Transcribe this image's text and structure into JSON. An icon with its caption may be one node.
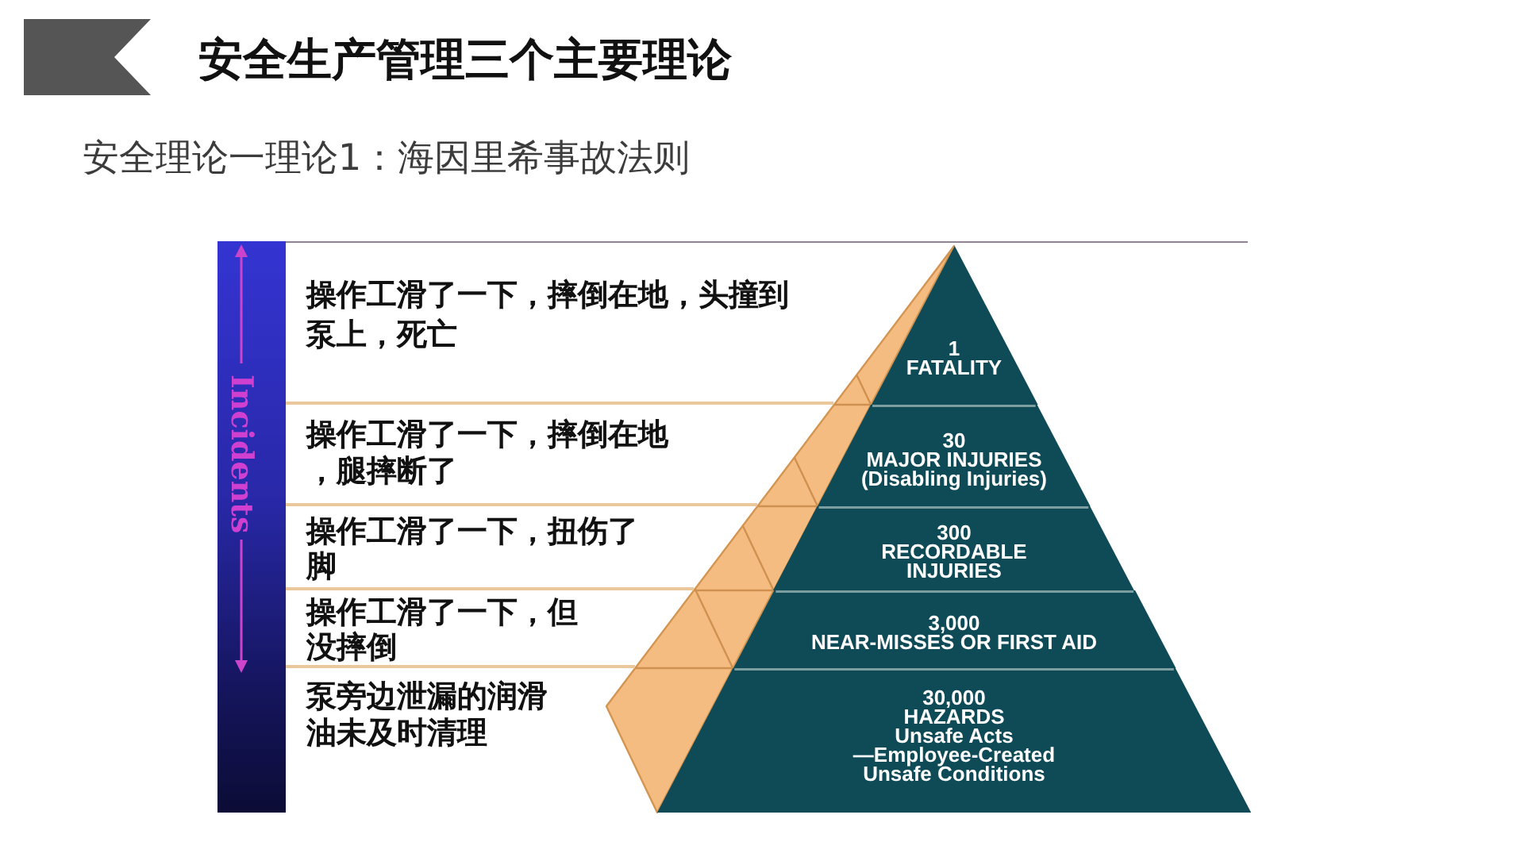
{
  "diagram": {
    "title": "安全生产管理三个主要理论",
    "nodes": [
      {
        "text": [
          "Incidents"
        ]
      },
      {
        "text": [
          "操作工滑了一下，摔倒在地，头撞到泵上，死亡"
        ]
      },
      {
        "text": [
          "操作工滑了一下，摔倒在地，腿摔断了"
        ]
      },
      {
        "text": [
          "操作工滑了一下，扭伤了脚"
        ]
      },
      {
        "text": [
          "操作工滑了一下，但没摔倒"
        ]
      },
      {
        "text": [
          "泵旁边泄漏的润滑油未及时清理"
        ]
      },
      {
        "text": [
          "1",
          "FATALITY"
        ]
      },
      {
        "text": [
          "30",
          "MAJOR INJURIES (Disabling Injuries)"
        ]
      },
      {
        "text": [
          "300",
          "RECORDABLE INJURIES"
        ]
      },
      {
        "text": [
          "3,000",
          "NEAR-MISSES OR FIRST AID"
        ]
      },
      {
        "text": [
          "30,000",
          "HAZARDS",
          "Unsafe Acts —Employee-Created Unsafe Conditions"
        ]
      }
    ],
    "labels": [
      "安全理论一理论1：海因里希事故法则"
    ]
  }
}
